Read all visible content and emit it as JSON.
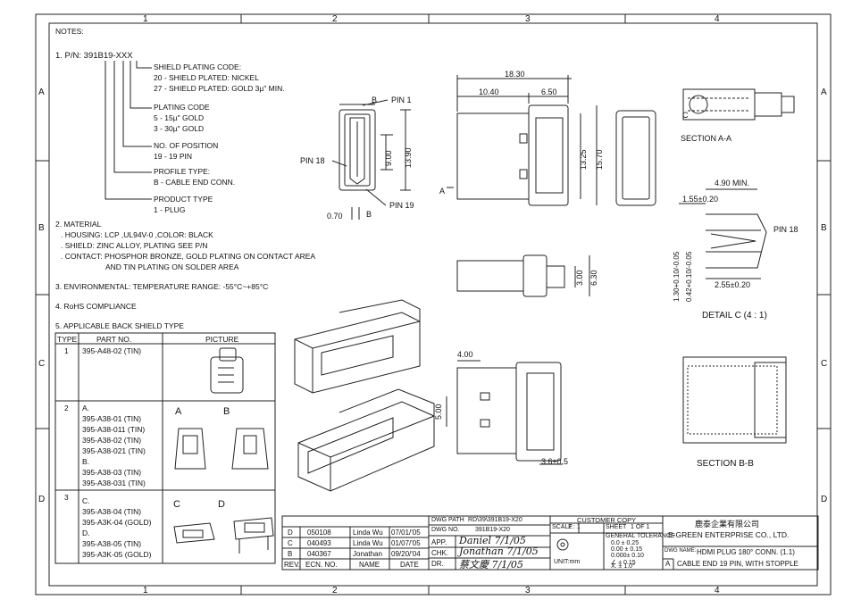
{
  "zones": {
    "cols": [
      "1",
      "2",
      "3",
      "4"
    ],
    "rows": [
      "A",
      "B",
      "C",
      "D"
    ]
  },
  "notes": {
    "title": "NOTES:",
    "pn_prefix": "1. P/N: 391B19-XXX",
    "shield_plating": [
      "SHIELD PLATING CODE:",
      "20 - SHIELD PLATED: NICKEL",
      "27 - SHIELD PLATED: GOLD 3µ\" MIN."
    ],
    "plating": [
      "PLATING CODE",
      "5 - 15µ\" GOLD",
      "3 - 30µ\" GOLD"
    ],
    "position": [
      "NO. OF POSITION",
      "19 - 19 PIN"
    ],
    "profile": [
      "PROFILE TYPE:",
      "B - CABLE END CONN."
    ],
    "product": [
      "PRODUCT TYPE",
      "1 - PLUG"
    ],
    "material": [
      "2. MATERIAL",
      ". HOUSING: LCP ,UL94V-0 ,COLOR: BLACK",
      ". SHIELD: ZINC ALLOY, PLATING SEE P/N",
      ". CONTACT: PHOSPHOR BRONZE, GOLD PLATING ON CONTACT AREA",
      "AND TIN PLATING ON SOLDER AREA"
    ],
    "env": "3. ENVIRONMENTAL: TEMPERATURE RANGE: -55°C~+85°C",
    "rohs": "4. RoHS COMPLIANCE",
    "shield_type": "5. APPLICABLE BACK SHIELD TYPE"
  },
  "shield_table": {
    "headers": [
      "TYPE",
      "PART NO.",
      "PICTURE"
    ],
    "rows": [
      {
        "type": "1",
        "parts": [
          "395-A48-02 (TIN)"
        ]
      },
      {
        "type": "2",
        "parts": [
          "A.",
          "395-A38-01 (TIN)",
          "395-A38-011 (TIN)",
          "395-A38-02 (TIN)",
          "395-A38-021 (TIN)",
          "B.",
          "395-A38-03 (TIN)",
          "395-A38-031 (TIN)"
        ],
        "pic_labels": [
          "A",
          "B"
        ]
      },
      {
        "type": "3",
        "parts": [
          "C.",
          "395-A38-04 (TIN)",
          "395-A3K-04 (GOLD)",
          "D.",
          "395-A38-05 (TIN)",
          "395-A3K-05 (GOLD)"
        ],
        "pic_labels": [
          "C",
          "D"
        ]
      }
    ]
  },
  "dims": {
    "pin1": "PIN 1",
    "pin18": "PIN 18",
    "pin19": "PIN 19",
    "b_mark": "B",
    "d900": "9.00",
    "d1390": "13.90",
    "d070": "0.70",
    "d1830": "18.30",
    "d1040": "10.40",
    "d650": "6.50",
    "d1325": "13.25",
    "d1570": "15.70",
    "a_mark": "A",
    "d300": "3.00",
    "d630": "6.30",
    "d400": "4.00",
    "d500": "5.00",
    "d36": "3.6±0.5",
    "section_aa": "SECTION A-A",
    "c_mark": "C",
    "d490": "4.90 MIN.",
    "d155": "1.55±0.20",
    "pin18b": "PIN 18",
    "d130": "1.30+0.10/-0.05",
    "d042": "0.42+0.10/-0.05",
    "d255": "2.55±0.20",
    "detail_c": "DETAIL C (4 : 1)",
    "section_bb": "SECTION B-B"
  },
  "revisions": {
    "rows": [
      {
        "rev": "D",
        "ecn": "050108",
        "name": "Linda Wu",
        "date": "07/01/'05"
      },
      {
        "rev": "C",
        "ecn": "040493",
        "name": "Linda Wu",
        "date": "01/07/'05"
      },
      {
        "rev": "B",
        "ecn": "040367",
        "name": "Jonathan",
        "date": "09/20/'04"
      }
    ],
    "headers": [
      "REV.",
      "ECN. NO.",
      "NAME",
      "DATE"
    ]
  },
  "title_block": {
    "dwg_path_label": "DWG PATH",
    "dwg_path": "RD\\39\\391B19-X20",
    "dwg_no_label": "DWG NO.",
    "dwg_no": "391B19-X20",
    "app": "APP.",
    "chk": "CHK.",
    "dr": "DR.",
    "sig_app": "Daniel 7/1/05",
    "sig_chk": "Jonathan 7/1/05",
    "sig_dr": "蔡文慶 7/1/05",
    "customer_copy": "CUSTOMER COPY",
    "scale_label": "SCALE",
    "scale": "2 : 1",
    "sheet_label": "SHEET",
    "sheet": "1 OF 1",
    "gen_tol": "GENERAL TOLERANCE",
    "tol": [
      "0.0  ± 0.25",
      "0.00 ± 0.15",
      "0.000± 0.10",
      "∠  ± 0.15",
      "X.  ± 1.0°"
    ],
    "unit": "UNIT:mm",
    "company_cn": "鹿泰企業有限公司",
    "company": "E-GREEN ENTERPRISE CO., LTD.",
    "dwg_name_label": "DWG NAME:",
    "dwg_name": "HDMI PLUG 180° CONN. (1.1)",
    "dwg_name2": "CABLE END 19 PIN, WITH STOPPLE",
    "rev_cell": "A"
  }
}
